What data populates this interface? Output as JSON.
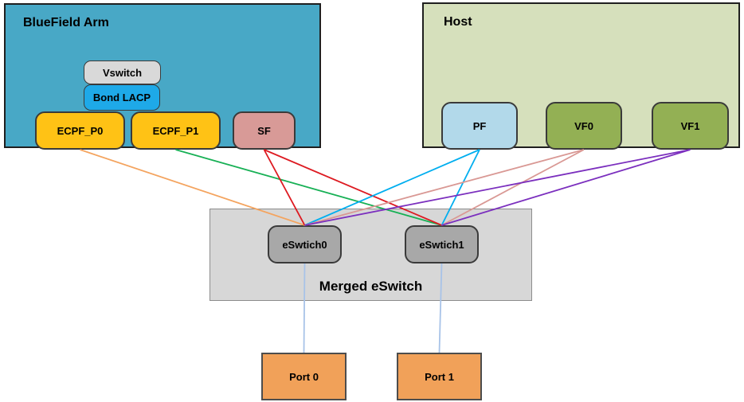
{
  "diagram": {
    "bluefield_title": "BlueField Arm",
    "host_title": "Host",
    "merged_title": "Merged eSwitch",
    "nodes": {
      "vswitch": "Vswitch",
      "bond_lacp": "Bond LACP",
      "ecpf_p0": "ECPF_P0",
      "ecpf_p1": "ECPF_P1",
      "sf": "SF",
      "pf": "PF",
      "vf0": "VF0",
      "vf1": "VF1",
      "eswitch0": "eSwtich0",
      "eswitch1": "eSwtich1",
      "port0": "Port 0",
      "port1": "Port 1"
    },
    "colors": {
      "bluefield_fill": "#48A8C6",
      "host_fill": "#D6E0BC",
      "vswitch_fill": "#D9D9D9",
      "bond_fill": "#1EA9E8",
      "ecpf_fill": "#FFC215",
      "sf_fill": "#D89A97",
      "pf_fill": "#B2D9EA",
      "vf_fill": "#93B054",
      "merged_fill": "#D7D7D7",
      "eswitch_fill": "#A8A8A8",
      "port_fill": "#F1A159",
      "wire_orange": "#F4A45F",
      "wire_green": "#17B055",
      "wire_red": "#DD1A21",
      "wire_cyan": "#00AEEF",
      "wire_salmon": "#D99894",
      "wire_purple": "#7B2FBE",
      "wire_lightblue": "#A8C3E8"
    },
    "connections": [
      {
        "from": "ecpf-p0",
        "to": "eswitch0",
        "color": "wire_orange"
      },
      {
        "from": "ecpf-p1",
        "to": "eswitch1",
        "color": "wire_green"
      },
      {
        "from": "sf",
        "to": "eswitch0",
        "color": "wire_red"
      },
      {
        "from": "sf",
        "to": "eswitch1",
        "color": "wire_red"
      },
      {
        "from": "pf",
        "to": "eswitch0",
        "color": "wire_cyan"
      },
      {
        "from": "pf",
        "to": "eswitch1",
        "color": "wire_cyan"
      },
      {
        "from": "vf0",
        "to": "eswitch0",
        "color": "wire_salmon"
      },
      {
        "from": "vf0",
        "to": "eswitch1",
        "color": "wire_salmon"
      },
      {
        "from": "vf1",
        "to": "eswitch0",
        "color": "wire_purple"
      },
      {
        "from": "vf1",
        "to": "eswitch1",
        "color": "wire_purple"
      },
      {
        "from": "eswitch0",
        "to": "port0",
        "color": "wire_lightblue"
      },
      {
        "from": "eswitch1",
        "to": "port1",
        "color": "wire_lightblue"
      }
    ]
  }
}
